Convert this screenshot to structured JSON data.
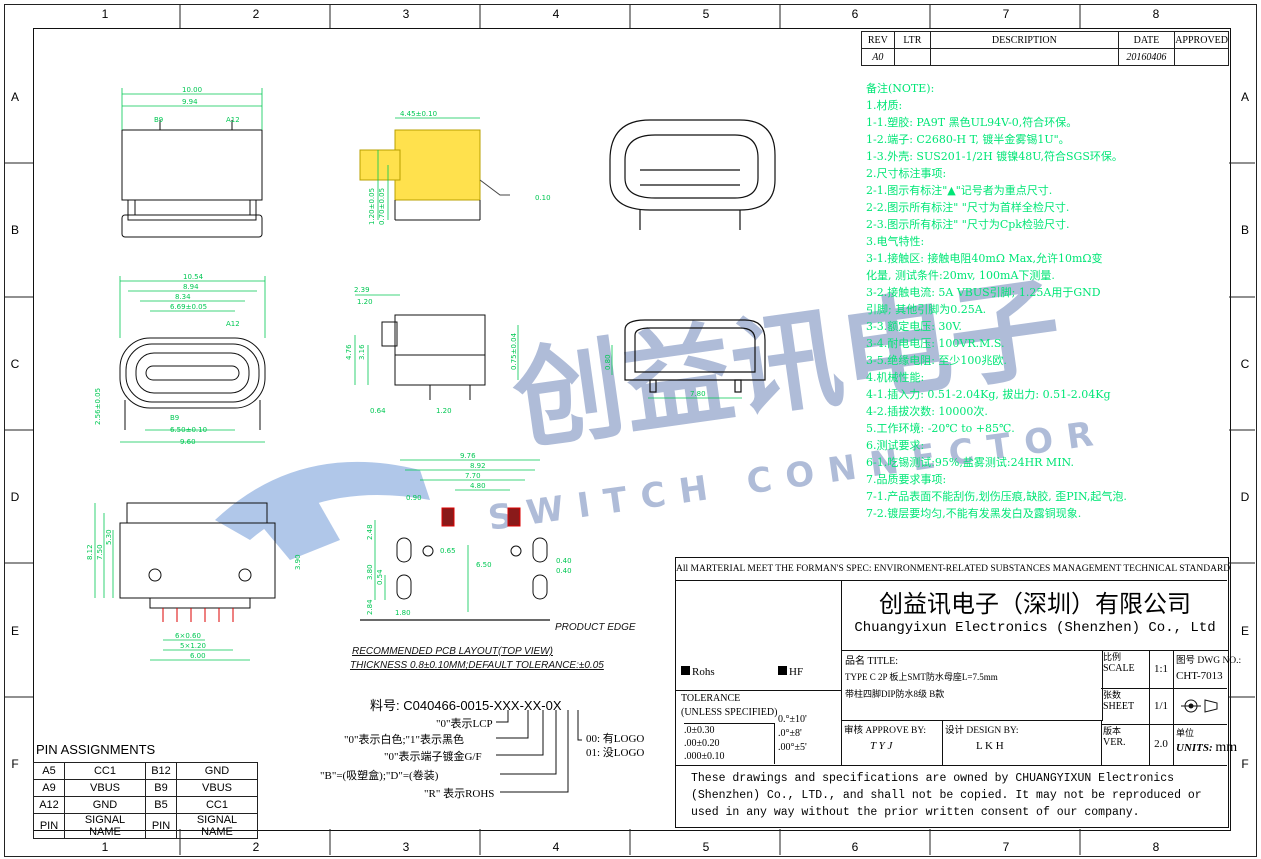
{
  "grid": {
    "columns": [
      "1",
      "2",
      "3",
      "4",
      "5",
      "6",
      "7",
      "8"
    ],
    "rows": [
      "A",
      "B",
      "C",
      "D",
      "E",
      "F"
    ]
  },
  "revision": {
    "headers": [
      "REV",
      "LTR",
      "DESCRIPTION",
      "DATE",
      "APPROVED"
    ],
    "row": {
      "rev": "A0",
      "ltr": "",
      "description": "",
      "date": "20160406",
      "approved": ""
    }
  },
  "notes": [
    "备注(NOTE):",
    "1.材质:",
    "1-1.塑胶: PA9T 黑色UL94V-0,符合环保。",
    "1-2.端子: C2680-H T, 镀半金雾锡1U\"。",
    "1-3.外壳: SUS201-1/2H 镀镍48U,符合SGS环保。",
    "2.尺寸标注事项:",
    "2-1.图示有标注\"▲\"记号者为重点尺寸.",
    "2-2.图示所有标注\"  \"尺寸为首样全检尺寸.",
    "2-3.图示所有标注\"  \"尺寸为Cpk检验尺寸.",
    "3.电气特性:",
    "3-1.接触区: 接触电阻40mΩ Max,允许10mΩ变",
    "    化量, 测试条件:20mv, 100mA下测量.",
    "3-2.接触电流: 5A VBUS引脚; 1.25A用于GND",
    "    引脚; 其他引脚为0.25A.",
    "3-3.额定电压: 30V.",
    "3-4.耐电电压: 100VR.M.S.",
    "3-5.绝缘电阻: 至少100兆欧.",
    "4.机械性能:",
    "4-1.插入力: 0.51-2.04Kg, 拔出力: 0.51-2.04Kg",
    "4-2.插拔次数: 10000次.",
    "5.工作环境: -20℃ to +85℃.",
    "6.测试要求:",
    "6-1.吃锡测试:95%,盐雾测试:24HR MIN.",
    "7.品质要求事项:",
    "7-1.产品表面不能刮伤,划伤压痕,缺胶, 歪PIN,起气泡.",
    "7-2.镀层要均匀,不能有发黑发白及露铜现象."
  ],
  "title_block": {
    "material_spec": "All MARTERIAL MEET THE FORMAN'S SPEC: ENVIRONMENT-RELATED SUBSTANCES MANAGEMENT TECHNICAL STANDARD",
    "company_cn": "创益讯电子（深圳）有限公司",
    "company_en": "Chuangyixun Electronics (Shenzhen) Co., Ltd",
    "rohs": "Rohs",
    "hf": "HF",
    "title_label": "品名 TITLE:",
    "title_line1": "TYPE C 2P 板上SMT防水母座L=7.5mm",
    "title_line2": "带柱四脚DIP防水8级 B款",
    "tolerance_title": "TOLERANCE",
    "tolerance_sub": "(UNLESS SPECIFIED)",
    "tol_left": [
      ".0±0.30",
      ".00±0.20",
      ".000±0.10"
    ],
    "tol_right": [
      "0.°±10'",
      ".0°±8'",
      ".00°±5'"
    ],
    "approve_label": "审核 APPROVE BY:",
    "approve_value": "T Y J",
    "design_label": "设计 DESIGN BY:",
    "design_value": "L K H",
    "scale_label_cn": "比例",
    "scale_label": "SCALE",
    "scale_value": "1:1",
    "sheet_label_cn": "张数",
    "sheet_label": "SHEET",
    "sheet_value": "1/1",
    "ver_label_cn": "版本",
    "ver_label": "VER.",
    "ver_value": "2.0",
    "dwg_label": "图号 DWG NO.:",
    "dwg_value": "CHT-7013",
    "units_label_cn": "单位",
    "units_label": "UNITS:",
    "units_value": "mm",
    "copyright": [
      "These drawings and specifications are owned by CHUANGYIXUN Electronics",
      "(Shenzhen) Co., LTD., and shall not be copied. It may not be reproduced or",
      "used in any way without the prior written consent of our company."
    ]
  },
  "pcb_layout": {
    "title": "RECOMMENDED PCB LAYOUT(TOP VIEW)",
    "subtitle": "THICKNESS 0.8±0.10MM;DEFAULT TOLERANCE:±0.05",
    "product_edge": "PRODUCT EDGE"
  },
  "part_number": {
    "prefix": "料号: C040466-0015-XXX-XX-0X",
    "lines": [
      "\"0\"表示LCP",
      "\"0\"表示白色;\"1\"表示黑色",
      "\"0\"表示端子镀金G/F",
      "\"B\"=(吸塑盒);\"D\"=(卷装)",
      "\"R\" 表示ROHS"
    ],
    "logo_lines": [
      "00: 有LOGO",
      "01: 没LOGO"
    ]
  },
  "pin_assignments": {
    "title": "PIN ASSIGNMENTS",
    "rows": [
      [
        "A5",
        "CC1",
        "B12",
        "GND"
      ],
      [
        "A9",
        "VBUS",
        "B9",
        "VBUS"
      ],
      [
        "A12",
        "GND",
        "B5",
        "CC1"
      ],
      [
        "PIN",
        "SIGNAL NAME",
        "PIN",
        "SIGNAL NAME"
      ]
    ]
  },
  "watermark": {
    "text_cn": "创益讯电子",
    "text_en": "SWITCH CONNECTOR"
  },
  "dims": {
    "top_view": [
      "10.00",
      "9.94",
      "B9",
      "A12"
    ],
    "front_view": [
      "10.54",
      "8.94",
      "8.34",
      "6.69±0.05",
      "A12",
      "B9",
      "6.50±0.10",
      "9.60",
      "2.56±0.05"
    ],
    "side_view": [
      "4.45±0.10",
      "1.20±0.05",
      "0.70±0.05",
      "0.10"
    ],
    "side_view2": [
      "2.39",
      "1.20",
      "4.76",
      "3.16",
      "0.64",
      "1.20",
      "0.75±0.04"
    ],
    "bottom_view": [
      "8.12",
      "7.50",
      "5.30",
      "3.90",
      "6×0.60",
      "5×1.20",
      "6.00"
    ],
    "iso_side": [
      "0.80",
      "7.80"
    ],
    "pcb": [
      "9.76",
      "8.92",
      "7.70",
      "4.80",
      "0.90",
      "2.48",
      "3.80",
      "0.54",
      "1.80",
      "2.84",
      "0.65",
      "6.50",
      "0.40",
      "0.40"
    ]
  }
}
